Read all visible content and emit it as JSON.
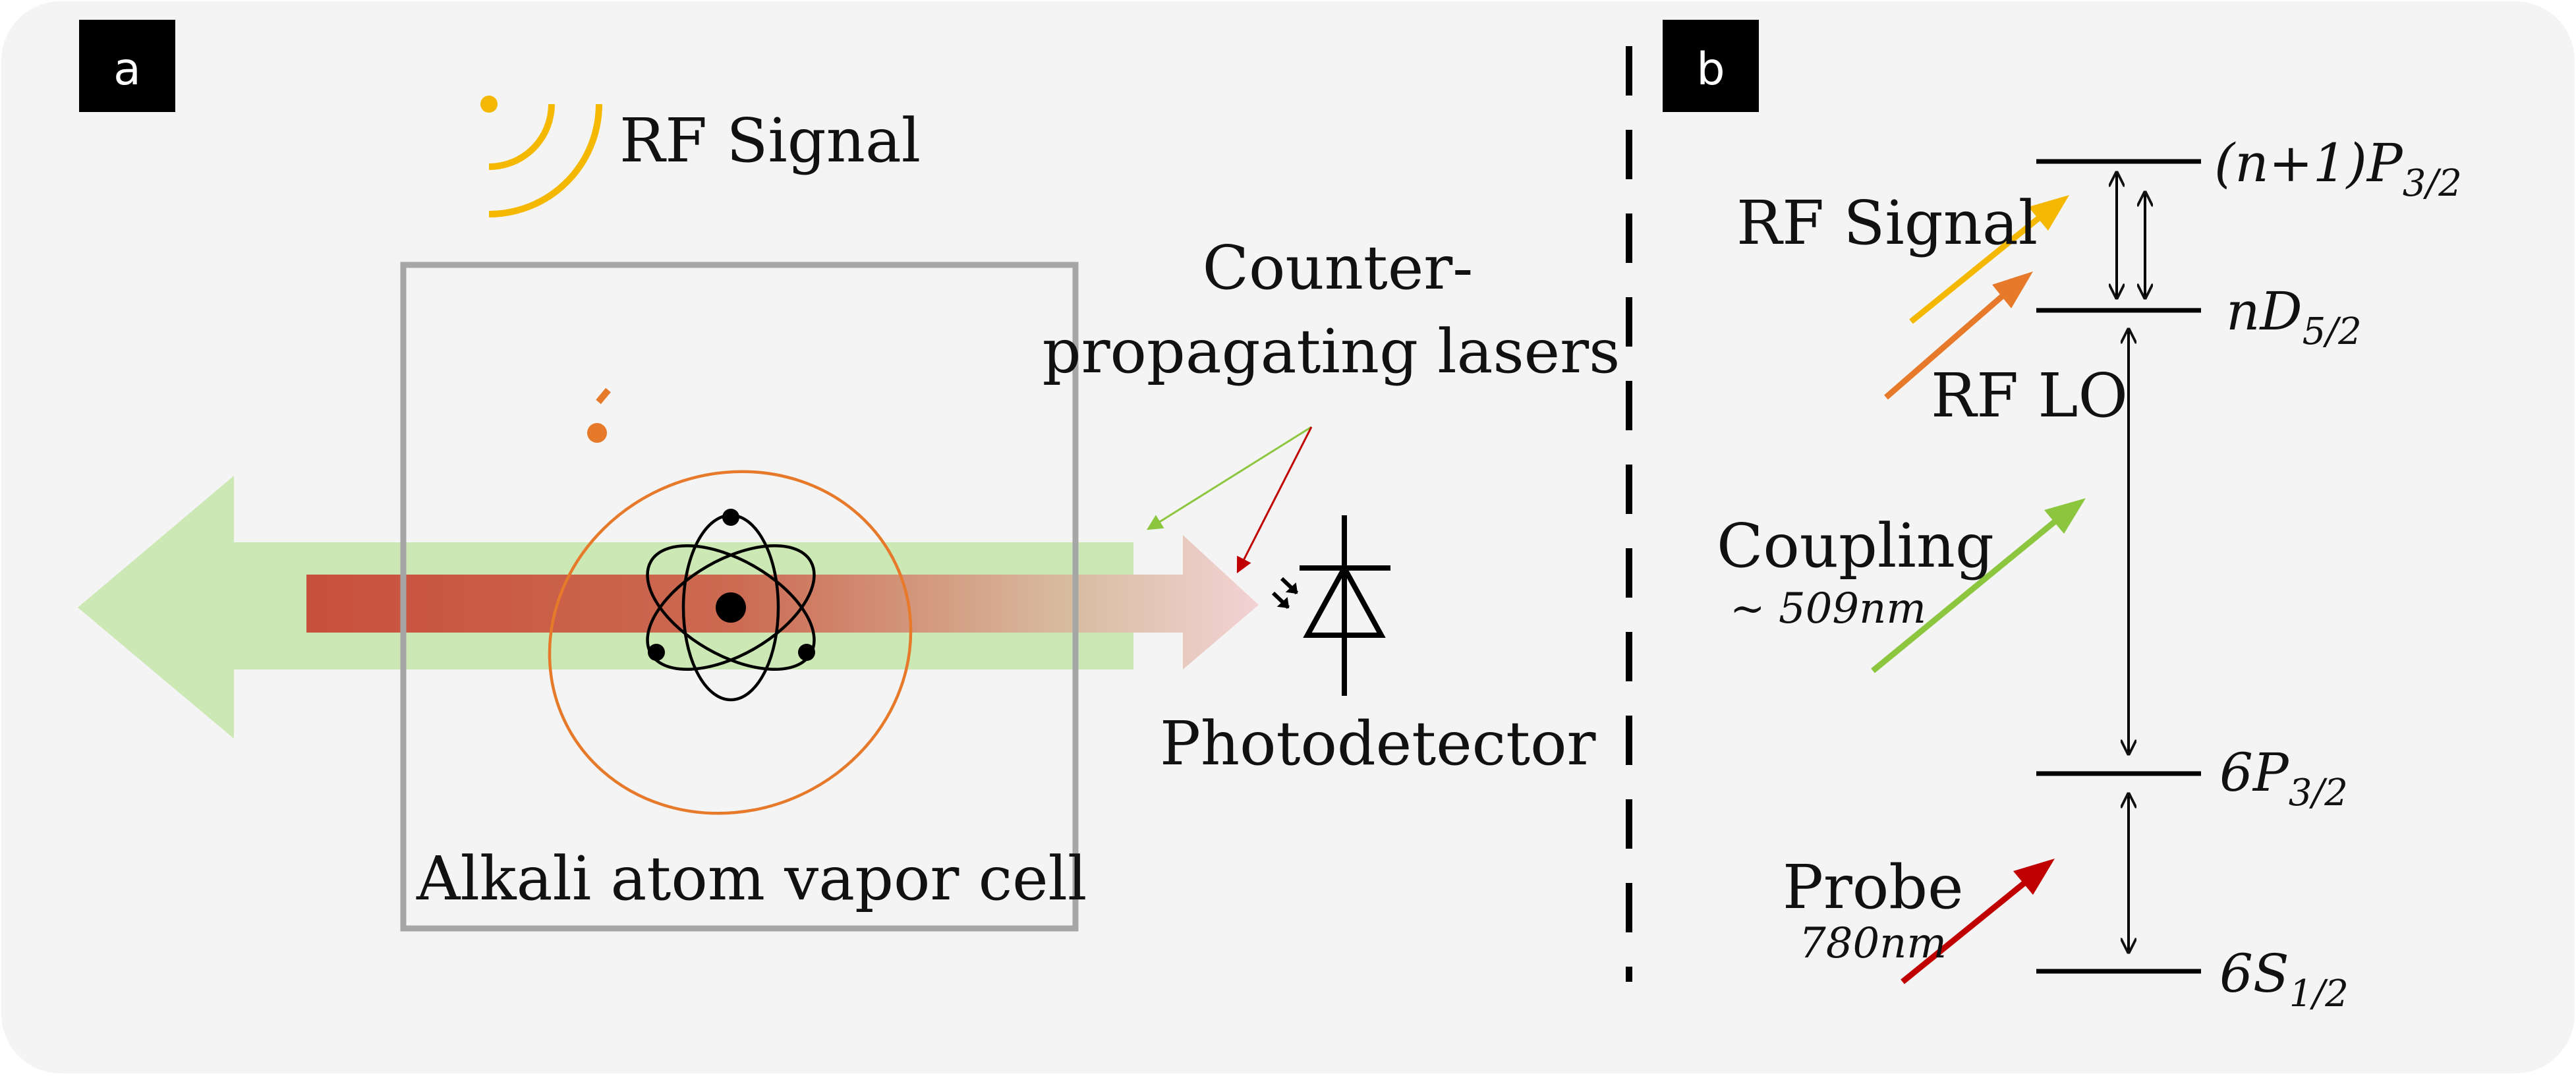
{
  "panel_a": {
    "letter": "a",
    "rf_signal_label": "RF Signal",
    "lasers_label_line1": "Counter-",
    "lasers_label_line2": "propagating lasers",
    "photodetector_label": "Photodetector",
    "cell_label": "Alkali atom vapor cell"
  },
  "panel_b": {
    "letter": "b",
    "levels": {
      "top": {
        "base": "(n+1)P",
        "sub": "3/2"
      },
      "upper": {
        "base": "nD",
        "sub": "5/2"
      },
      "mid": {
        "base": "6P",
        "sub": "3/2"
      },
      "ground": {
        "base": "6S",
        "sub": "1/2"
      }
    },
    "beams": {
      "rf_signal": "RF Signal",
      "rf_lo": "RF LO",
      "coupling": "Coupling",
      "coupling_wavelength": "~ 509nm",
      "probe": "Probe",
      "probe_wavelength": "780nm"
    }
  },
  "colors": {
    "background": "#f4f4f4",
    "rf_signal": "#f5b800",
    "rf_lo": "#e67a2a",
    "coupling": "#8cc63f",
    "probe": "#c00000",
    "probe_beam": "#c8503c",
    "coupling_beam": "#cce8b4",
    "cell_frame": "#a6a6a6"
  }
}
